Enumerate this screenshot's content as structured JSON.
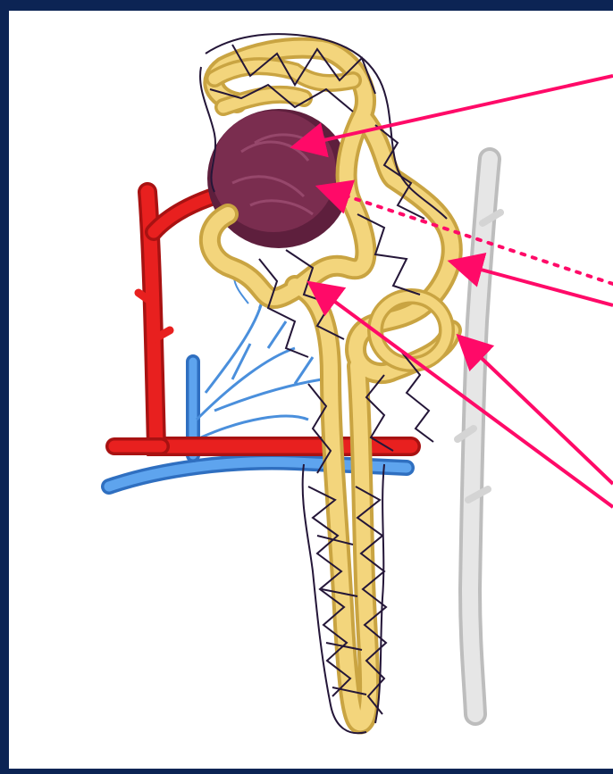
{
  "diagram": {
    "subject": "nephron",
    "colors": {
      "frame": "#0c2454",
      "background": "#ffffff",
      "glomerulus": "#7a2d4f",
      "tubule": "#f3d57c",
      "tubule_edge": "#c9a442",
      "arteriole": "#e8201f",
      "venule": "#4a8fdc",
      "capillary_net": "#241638",
      "collecting_duct": "#d9d9d9",
      "pointer": "#ff0a68"
    },
    "pointers": [
      {
        "id": "glomerulus",
        "style": "solid"
      },
      {
        "id": "bowmans-capsule",
        "style": "dotted"
      },
      {
        "id": "proximal-tubule",
        "style": "solid"
      },
      {
        "id": "distal-tubule",
        "style": "solid"
      },
      {
        "id": "peritubular-capillaries",
        "style": "solid"
      }
    ]
  }
}
